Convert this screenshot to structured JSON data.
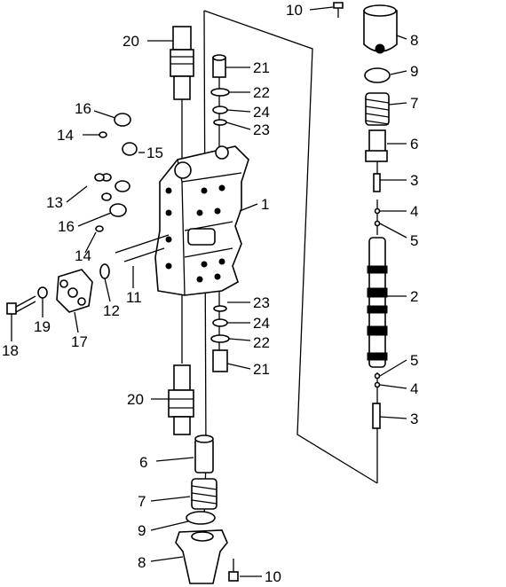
{
  "diagram": {
    "type": "exploded parts diagram",
    "callouts": [
      {
        "id": "c-10-top",
        "text": "10"
      },
      {
        "id": "c-8-top",
        "text": "8"
      },
      {
        "id": "c-9-top",
        "text": "9"
      },
      {
        "id": "c-7-top",
        "text": "7"
      },
      {
        "id": "c-6-top",
        "text": "6"
      },
      {
        "id": "c-3-top",
        "text": "3"
      },
      {
        "id": "c-4-top",
        "text": "4"
      },
      {
        "id": "c-5-top",
        "text": "5"
      },
      {
        "id": "c-2",
        "text": "2"
      },
      {
        "id": "c-5-bot",
        "text": "5"
      },
      {
        "id": "c-4-bot",
        "text": "4"
      },
      {
        "id": "c-3-bot",
        "text": "3"
      },
      {
        "id": "c-20-top",
        "text": "20"
      },
      {
        "id": "c-21-top",
        "text": "21"
      },
      {
        "id": "c-22-top",
        "text": "22"
      },
      {
        "id": "c-24-top",
        "text": "24"
      },
      {
        "id": "c-23-top",
        "text": "23"
      },
      {
        "id": "c-16-top",
        "text": "16"
      },
      {
        "id": "c-14-top",
        "text": "14"
      },
      {
        "id": "c-15",
        "text": "15"
      },
      {
        "id": "c-13",
        "text": "13"
      },
      {
        "id": "c-16-bot",
        "text": "16"
      },
      {
        "id": "c-14-bot",
        "text": "14"
      },
      {
        "id": "c-1",
        "text": "1"
      },
      {
        "id": "c-11",
        "text": "11"
      },
      {
        "id": "c-12",
        "text": "12"
      },
      {
        "id": "c-17",
        "text": "17"
      },
      {
        "id": "c-18",
        "text": "18"
      },
      {
        "id": "c-19",
        "text": "19"
      },
      {
        "id": "c-23-bot",
        "text": "23"
      },
      {
        "id": "c-24-bot",
        "text": "24"
      },
      {
        "id": "c-22-bot",
        "text": "22"
      },
      {
        "id": "c-21-bot",
        "text": "21"
      },
      {
        "id": "c-20-bot",
        "text": "20"
      },
      {
        "id": "c-6-bot",
        "text": "6"
      },
      {
        "id": "c-7-bot",
        "text": "7"
      },
      {
        "id": "c-9-bot",
        "text": "9"
      },
      {
        "id": "c-8-bot",
        "text": "8"
      },
      {
        "id": "c-10-bot",
        "text": "10"
      }
    ]
  }
}
